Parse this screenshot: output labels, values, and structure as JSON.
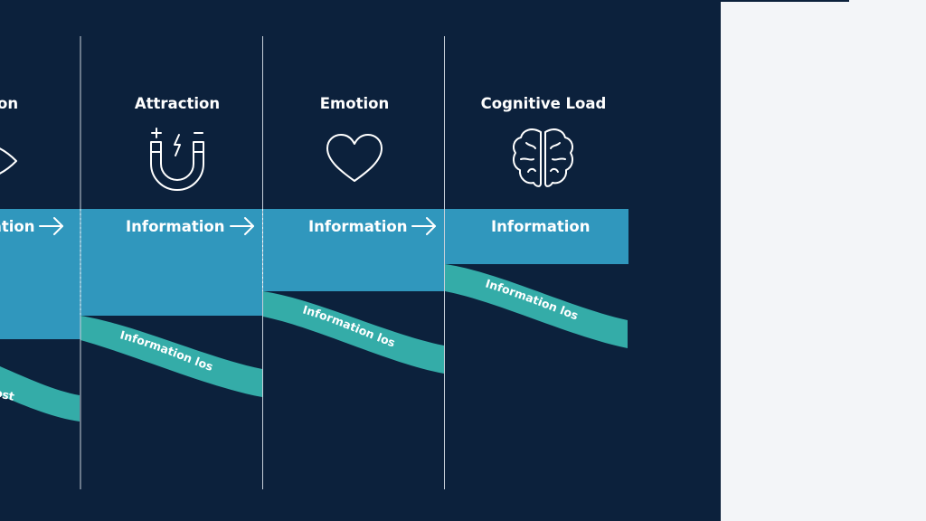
{
  "colors": {
    "background": "#0c213c",
    "page": "#f3f5f8",
    "information_band": "#3097bd",
    "information_lost_band": "#34aca8",
    "divider": "#c7cfd9",
    "text": "#ffffff"
  },
  "stages": [
    {
      "title": "Attention",
      "icon": "eye-icon",
      "information_label": "Information",
      "lost_label": "Information lost",
      "has_arrow": true
    },
    {
      "title": "Attraction",
      "icon": "magnet-icon",
      "information_label": "Information",
      "lost_label": "Information lost",
      "has_arrow": true
    },
    {
      "title": "Emotion",
      "icon": "heart-icon",
      "information_label": "Information",
      "lost_label": "Information lost",
      "has_arrow": true
    },
    {
      "title": "Cognitive Load",
      "icon": "brain-icon",
      "information_label": "Information",
      "lost_label": "Information lost",
      "has_arrow": false
    }
  ]
}
